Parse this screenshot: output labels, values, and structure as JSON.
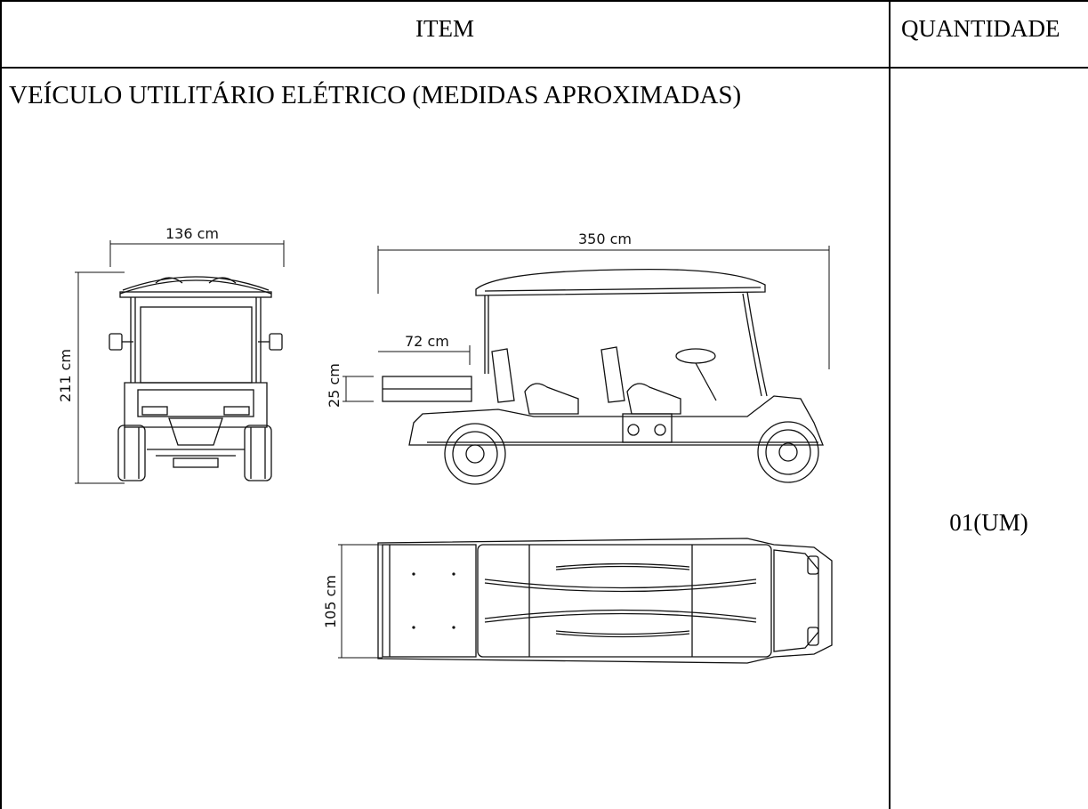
{
  "table": {
    "header": {
      "item": "ITEM",
      "quantity": "QUANTIDADE"
    },
    "row": {
      "description": "VEÍCULO UTILITÁRIO ELÉTRICO (MEDIDAS APROXIMADAS)",
      "quantity": "01(UM)"
    }
  },
  "drawing": {
    "dimensions": {
      "front_width": "136 cm",
      "front_height": "211 cm",
      "side_length": "350 cm",
      "bed_length": "72 cm",
      "bed_height": "25 cm",
      "top_width": "105 cm"
    }
  }
}
